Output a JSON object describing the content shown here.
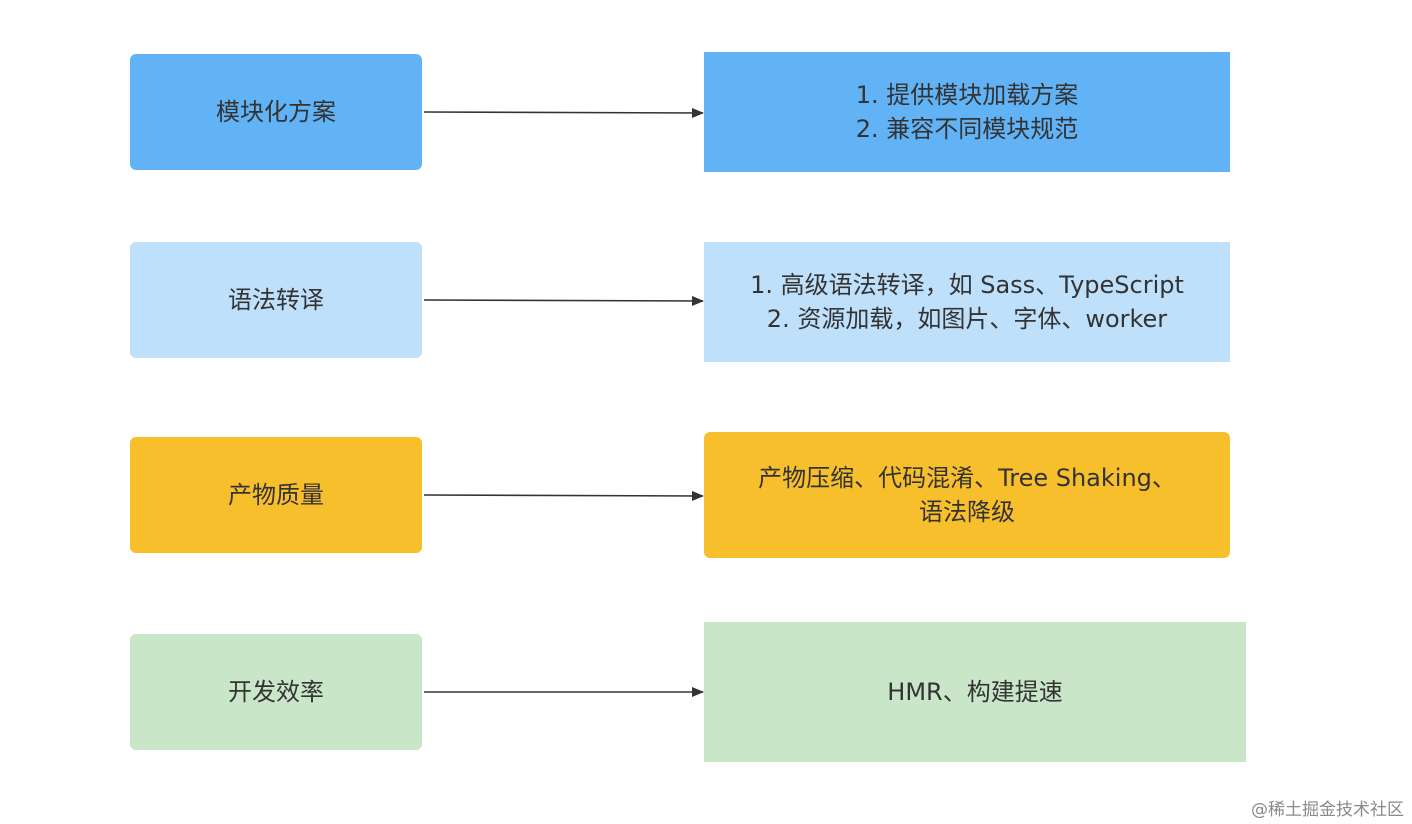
{
  "rows": [
    {
      "name": "模块化方案",
      "details": [
        "1. 提供模块加载方案",
        "2. 兼容不同模块规范"
      ],
      "color": "#61b3f5"
    },
    {
      "name": "语法转译",
      "details": [
        "1. 高级语法转译，如 Sass、TypeScript",
        "2. 资源加载，如图片、字体、worker"
      ],
      "color": "#bfe0fb"
    },
    {
      "name": "产物质量",
      "details": [
        "产物压缩、代码混淆、Tree Shaking、",
        "语法降级"
      ],
      "color": "#f8bf2d"
    },
    {
      "name": "开发效率",
      "details": [
        "HMR、构建提速"
      ],
      "color": "#c9e6c9"
    }
  ],
  "watermark": "@稀土掘金技术社区"
}
